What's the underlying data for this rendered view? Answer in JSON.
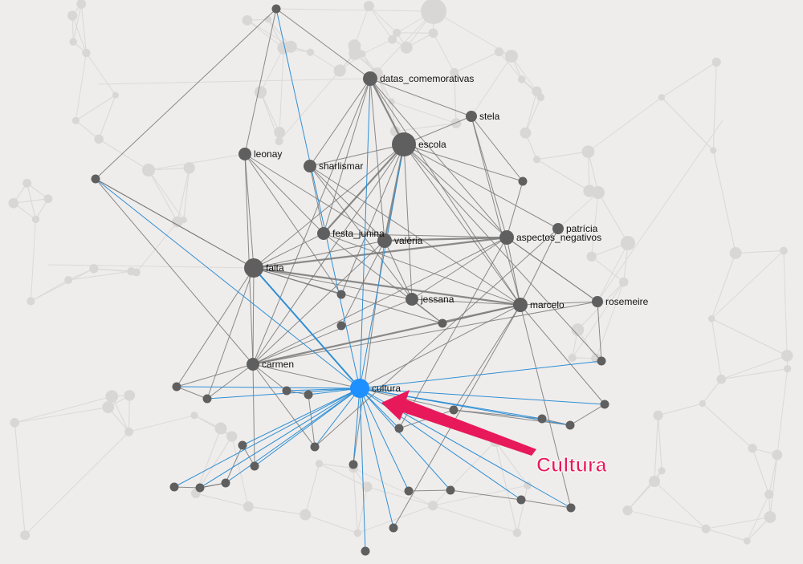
{
  "colors": {
    "background": "#efedec",
    "faded_node": "#d9d7d6",
    "faded_edge": "#dcdad9",
    "active_node": "#5f5f5f",
    "active_edge": "#777777",
    "focus_node": "#1e90ff",
    "focus_edge": "#2f8fd4",
    "callout": "#e8195b"
  },
  "nodes": [
    {
      "id": "datas_comemorativas",
      "label": "datas_comemorativas"
    },
    {
      "id": "stela",
      "label": "stela"
    },
    {
      "id": "escola",
      "label": "escola"
    },
    {
      "id": "leonay",
      "label": "leonay"
    },
    {
      "id": "sharlismar",
      "label": "sharlismar"
    },
    {
      "id": "festa_junina",
      "label": "festa_junina"
    },
    {
      "id": "valeria",
      "label": "valéria"
    },
    {
      "id": "patricia",
      "label": "patrícia"
    },
    {
      "id": "aspectos_negativos",
      "label": "aspectos_negativos"
    },
    {
      "id": "falta",
      "label": "falta"
    },
    {
      "id": "jessana",
      "label": "jessana"
    },
    {
      "id": "marcelo",
      "label": "marcelo"
    },
    {
      "id": "rosemeire",
      "label": "rosemeire"
    },
    {
      "id": "carmen",
      "label": "carmen"
    },
    {
      "id": "cultura",
      "label": "cultura",
      "focus": true
    }
  ],
  "callout": {
    "label": "Cultura",
    "icon": "arrow-icon",
    "target": "cultura"
  }
}
